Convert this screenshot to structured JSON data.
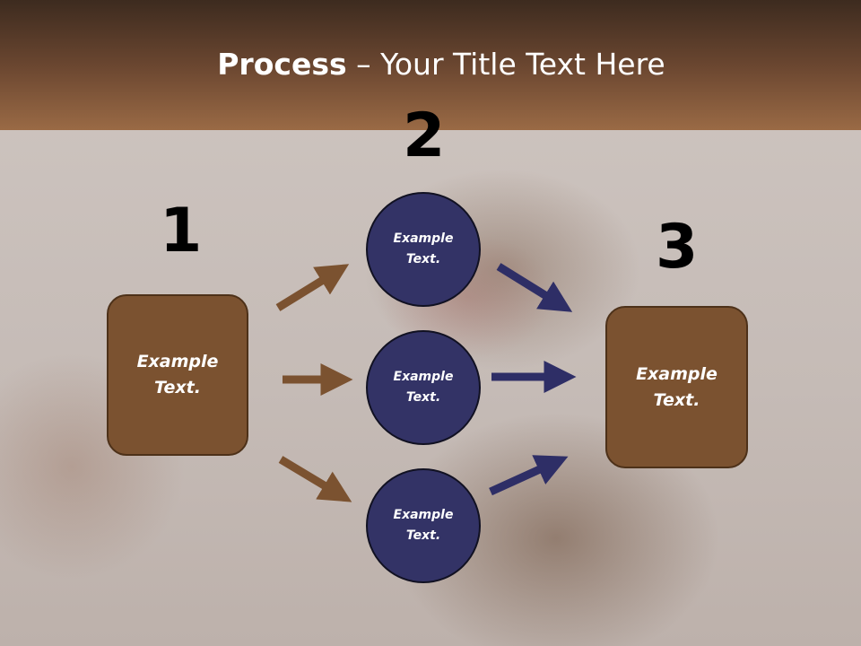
{
  "slide": {
    "title_bold": "Process",
    "title_rest": " – Your Title Text Here"
  },
  "steps": {
    "num1": "1",
    "num2": "2",
    "num3": "3"
  },
  "nodes": {
    "left_box": "Example Text.",
    "circle_top": "Example Text.",
    "circle_middle": "Example Text.",
    "circle_bottom": "Example Text.",
    "right_box": "Example Text."
  },
  "colors": {
    "box_fill": "#7b5230",
    "circle_fill": "#333366",
    "brown_arrow": "#7b5230",
    "navy_arrow": "#2e2e66",
    "header": "#6a4630"
  }
}
